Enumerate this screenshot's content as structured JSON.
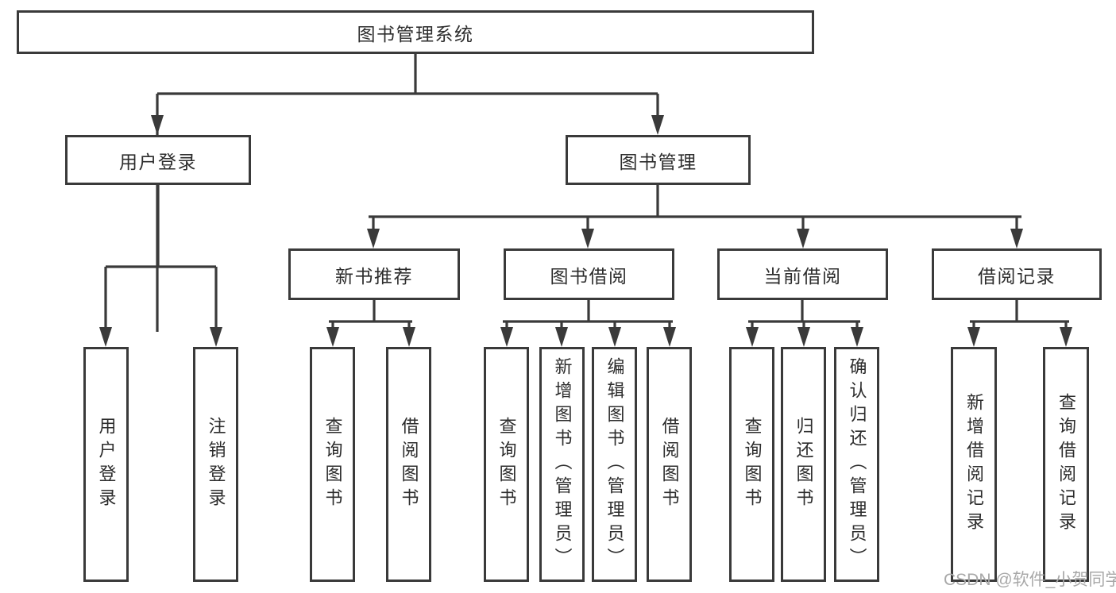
{
  "colors": {
    "line": "#3a3a3a",
    "text": "#2d2d2d",
    "watermark_color": "#a8a8a8",
    "background": "#ffffff"
  },
  "diagram": {
    "watermark": "CSDN @软件_小贺同学",
    "root": {
      "label": "图书管理系统"
    },
    "branches": [
      {
        "label": "用户登录",
        "children": [
          {
            "label": "用户登录"
          },
          {
            "label": "注销登录"
          }
        ]
      },
      {
        "label": "图书管理",
        "children": [
          {
            "label": "新书推荐",
            "children": [
              {
                "label": "查询图书"
              },
              {
                "label": "借阅图书"
              }
            ]
          },
          {
            "label": "图书借阅",
            "children": [
              {
                "label": "查询图书"
              },
              {
                "label": "新增图书（管理员）"
              },
              {
                "label": "编辑图书（管理员）"
              },
              {
                "label": "借阅图书"
              }
            ]
          },
          {
            "label": "当前借阅",
            "children": [
              {
                "label": "查询图书"
              },
              {
                "label": "归还图书"
              },
              {
                "label": "确认归还（管理员）"
              }
            ]
          },
          {
            "label": "借阅记录",
            "children": [
              {
                "label": "新增借阅记录"
              },
              {
                "label": "查询借阅记录"
              }
            ]
          }
        ]
      }
    ]
  }
}
